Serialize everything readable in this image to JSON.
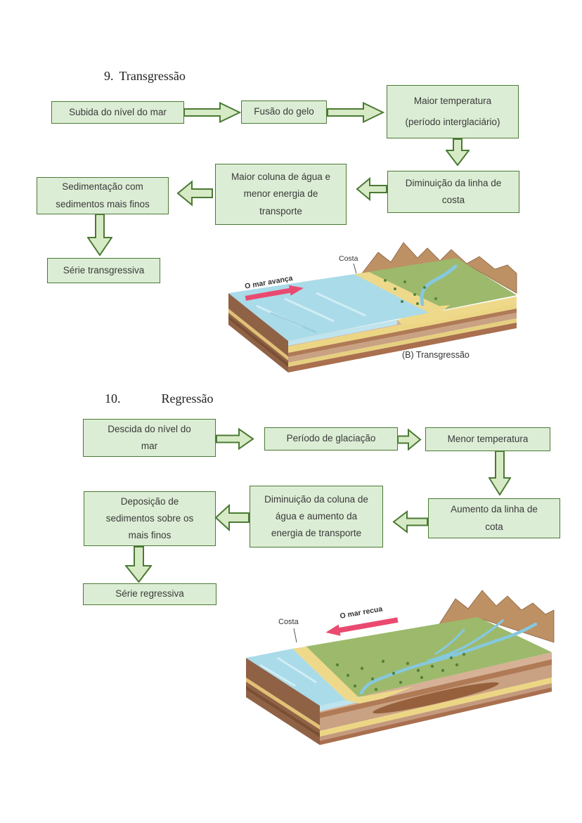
{
  "section9": {
    "title_num": "9.",
    "title": "Transgressão",
    "boxes": {
      "subida": "Subida do nível do mar",
      "fusao": "Fusão do gelo",
      "temp_line1": "Maior temperatura",
      "temp_line2": "(período interglaciário)",
      "linha_costa": "Diminuição da linha de costa",
      "coluna": "Maior coluna de água e menor energia de transporte",
      "sedimentacao": "Sedimentação com sedimentos mais finos",
      "serie": "Série transgressiva"
    },
    "figure": {
      "sea_label": "O mar avança",
      "coast_label": "Costa",
      "caption": "(B) Transgressão"
    }
  },
  "section10": {
    "title_num": "10.",
    "title": "Regressão",
    "boxes": {
      "descida": "Descida do nível do mar",
      "glaciacao": "Período de glaciação",
      "temperatura": "Menor temperatura",
      "linha_cota": "Aumento da linha de cota",
      "coluna": "Diminuição da coluna de água e aumento da energia de transporte",
      "deposicao": "Deposição de sedimentos sobre os mais finos",
      "serie": "Série regressiva"
    },
    "figure": {
      "sea_label": "O mar recua",
      "coast_label": "Costa"
    }
  },
  "colors": {
    "box_fill": "#dcedd5",
    "box_border": "#4a7a33",
    "arrow_fill": "#d7eac6",
    "text": "#3a3a3a",
    "pink_arrow": "#ea4a70",
    "sea": "#aadbe9",
    "sand": "#eed98b",
    "land": "#9db96b"
  }
}
